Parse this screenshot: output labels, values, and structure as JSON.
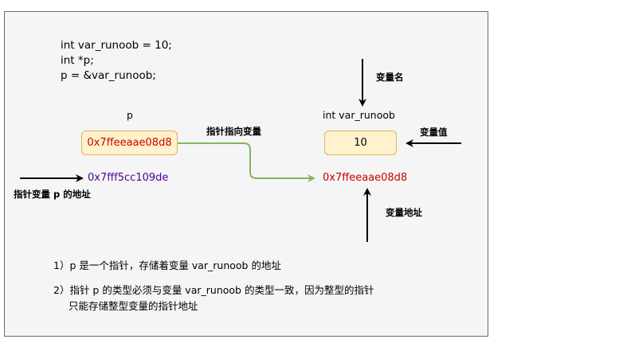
{
  "code": {
    "line1": "int var_runoob = 10;",
    "line2": "int *p;",
    "line3": "p = &var_runoob;"
  },
  "pointer": {
    "name": "p",
    "value": "0x7ffeeaae08d8",
    "address": "0x7fff5cc109de",
    "address_caption": "指针变量 p 的地址"
  },
  "variable": {
    "name": "int var_runoob",
    "value": "10",
    "address": "0x7ffeeaae08d8",
    "name_caption": "变量名",
    "value_caption": "变量值",
    "address_caption": "变量地址"
  },
  "connector_label": "指针指向变量",
  "notes": {
    "note1": "1）p 是一个指针，存储着变量 var_runoob 的地址",
    "note2_line1": "2）指针 p 的类型必须与变量 var_runoob 的类型一致，因为整型的指针",
    "note2_line2": "只能存储整型变量的指针地址"
  },
  "colors": {
    "panel_bg": "#f5f5f5",
    "box_fill": "#fff2cc",
    "box_border": "#d6b656",
    "value_red": "#cc0000",
    "address_purple": "#4c0099",
    "connector_green": "#82b366"
  }
}
